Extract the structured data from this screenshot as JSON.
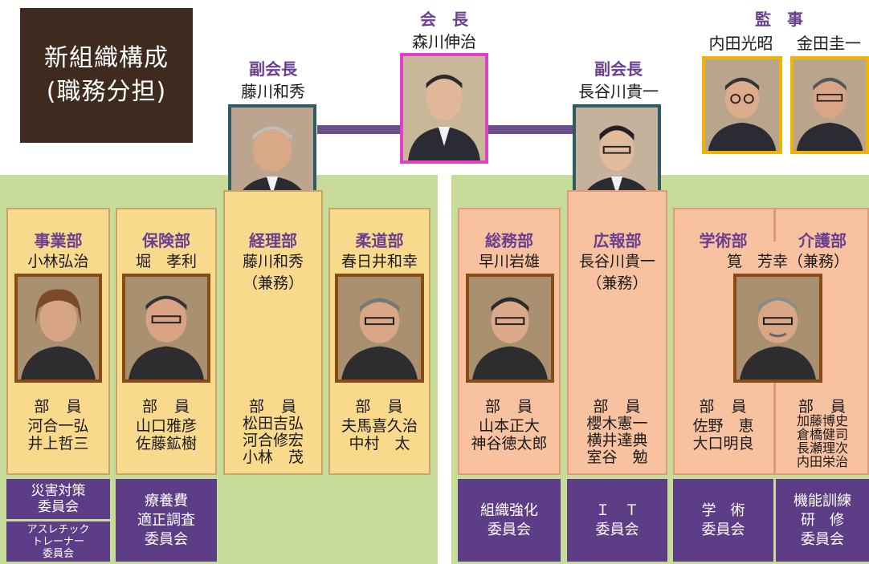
{
  "title": {
    "line1": "新組織構成",
    "line2": "(職務分担)"
  },
  "executives": {
    "president": {
      "role": "会　長",
      "name": "森川伸治"
    },
    "vp_left": {
      "role": "副会長",
      "name": "藤川和秀"
    },
    "vp_right": {
      "role": "副会長",
      "name": "長谷川貴一"
    },
    "auditors": {
      "role": "監　事",
      "name1": "内田光昭",
      "name2": "金田圭一"
    }
  },
  "departments": [
    {
      "title": "事業部",
      "head": "小林弘治",
      "members_label": "部　員",
      "members": [
        "河合一弘",
        "井上哲三"
      ]
    },
    {
      "title": "保険部",
      "head": "堀　孝利",
      "members_label": "部　員",
      "members": [
        "山口雅彦",
        "佐藤鉱樹"
      ]
    },
    {
      "title": "経理部",
      "head": "藤川和秀",
      "head_note": "（兼務）",
      "members_label": "部　員",
      "members": [
        "松田吉弘",
        "河合修宏",
        "小林　茂"
      ]
    },
    {
      "title": "柔道部",
      "head": "春日井和幸",
      "members_label": "部　員",
      "members": [
        "夫馬喜久治",
        "中村　太"
      ]
    },
    {
      "title": "総務部",
      "head": "早川岩雄",
      "members_label": "部　員",
      "members": [
        "山本正大",
        "神谷徳太郎"
      ]
    },
    {
      "title": "広報部",
      "head": "長谷川貴一",
      "head_note": "（兼務）",
      "members_label": "部　員",
      "members": [
        "櫻木憲一",
        "横井達典",
        "室谷　勉"
      ]
    },
    {
      "title": "学術部",
      "members_label": "部　員",
      "members": [
        "佐野　恵",
        "大口明良"
      ]
    },
    {
      "title": "介護部",
      "members_label": "部　員",
      "members": [
        "加藤博史",
        "倉橋健司",
        "長瀬理次",
        "内田栄治"
      ]
    }
  ],
  "shared_head": "筧　芳幸（兼務）",
  "committees": {
    "c1a": [
      "災害対策",
      "委員会"
    ],
    "c1b": [
      "アスレチック",
      "トレーナー",
      "委員会"
    ],
    "c2": [
      "療養費",
      "適正調査",
      "委員会"
    ],
    "c5": [
      "組織強化",
      "委員会"
    ],
    "c6": [
      "Ｉ　Ｔ",
      "委員会"
    ],
    "c7": [
      "学　術",
      "委員会"
    ],
    "c8": [
      "機能訓練",
      "研　修",
      "委員会"
    ]
  },
  "colors": {
    "title_bg": "#3e2a1e",
    "role_text": "#6b3f8f",
    "connector": "#6a4f8c",
    "group_bg": "#c8dc9a",
    "dept_yellow": "#f9d98c",
    "dept_orange": "#f8c2a0",
    "committee_bg": "#5c3d86",
    "president_frame": "#e040c8",
    "vp_frame": "#2f5a66",
    "auditor_frame": "#f0b400",
    "dept_frame": "#8a4a14"
  }
}
